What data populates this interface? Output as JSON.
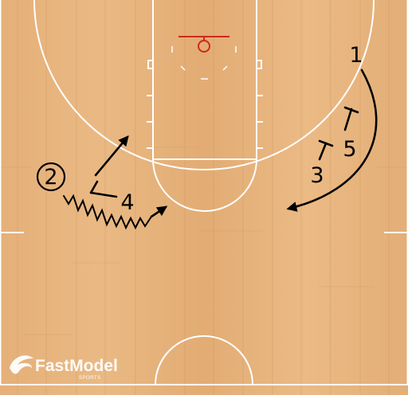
{
  "players": [
    {
      "label": "1"
    },
    {
      "label": "2"
    },
    {
      "label": "3"
    },
    {
      "label": "4"
    },
    {
      "label": "5"
    }
  ],
  "watermark": {
    "brand": "FastModel",
    "sub": "SPORTS"
  },
  "colors": {
    "floor": "#e8b57f",
    "floor_dark": "#d79e63",
    "court_line": "#ffffff",
    "rim": "#cc2a1e",
    "ink": "#000000"
  }
}
